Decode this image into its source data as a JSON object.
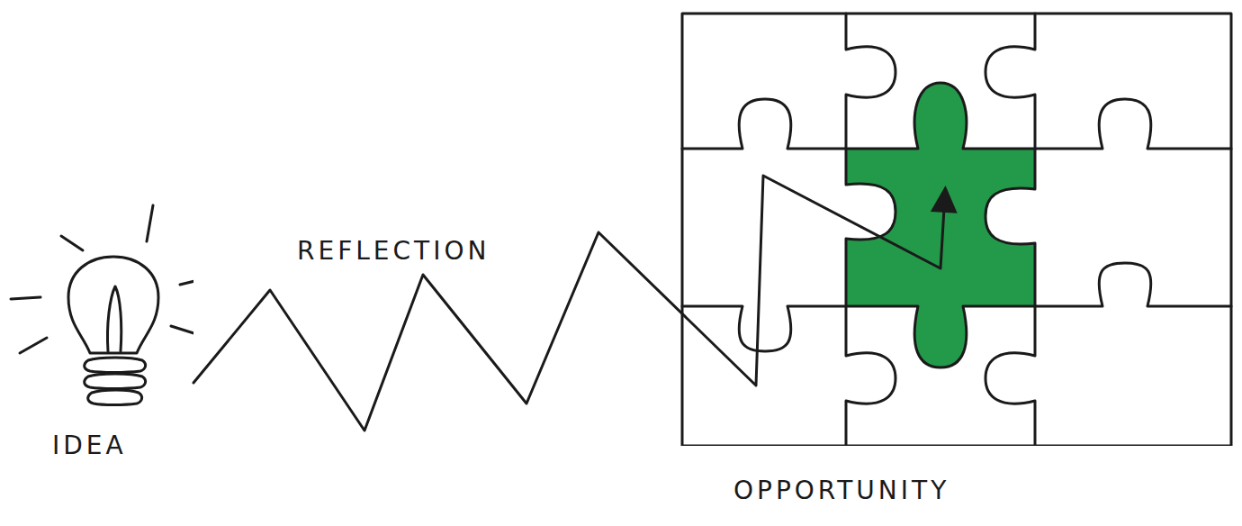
{
  "diagram": {
    "nodes": [
      {
        "text": [
          "IDEA"
        ]
      },
      {
        "text": [
          "OPPORTUNITY"
        ]
      }
    ],
    "edges": [
      {
        "from": 0,
        "to": 1,
        "label": "REFLECTION",
        "arrow": "to"
      }
    ]
  }
}
